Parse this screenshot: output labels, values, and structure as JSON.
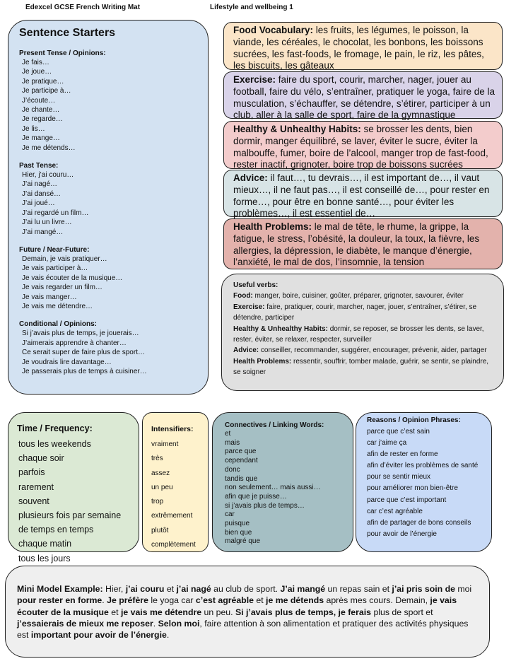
{
  "header": {
    "left": "Edexcel GCSE French Writing Mat",
    "right": "Lifestyle and wellbeing 1"
  },
  "sentence_starters": {
    "title": "Sentence Starters",
    "sections": [
      {
        "title": "Present Tense / Opinions:",
        "items": [
          "Je fais…",
          "Je joue…",
          "Je pratique…",
          "Je participe à…",
          "J’écoute…",
          "Je chante…",
          "Je regarde…",
          "Je lis…",
          "Je mange…",
          "Je me détends…"
        ]
      },
      {
        "title": "Past Tense:",
        "items": [
          "Hier, j’ai couru…",
          "J’ai nagé…",
          "J’ai dansé…",
          "J’ai joué…",
          "J’ai regardé un film…",
          "J’ai lu un livre…",
          "J’ai mangé…"
        ]
      },
      {
        "title": "Future / Near-Future:",
        "items": [
          "Demain, je vais pratiquer…",
          "Je vais participer à…",
          "Je vais écouter de la musique…",
          "Je vais regarder un film…",
          "Je vais manger…",
          "Je vais me détendre…"
        ]
      },
      {
        "title": "Conditional / Opinions:",
        "items": [
          "Si j’avais plus de temps, je jouerais…",
          "J’aimerais apprendre à chanter…",
          "Ce serait super de faire plus de sport…",
          "Je voudrais lire davantage…",
          "Je passerais plus de temps à cuisiner…"
        ]
      }
    ]
  },
  "vocab": [
    {
      "label": "Food Vocabulary:",
      "text": " les fruits, les légumes, le poisson, la viande, les céréales, le chocolat, les bonbons, les boissons sucrées, les fast-foods, le fromage, le pain, le riz, les pâtes, les biscuits, les gâteaux"
    },
    {
      "label": "Exercise:",
      "text": " faire du sport, courir, marcher, nager, jouer au football, faire du vélo, s’entraîner, pratiquer le yoga, faire de la musculation, s’échauffer, se détendre, s’étirer, participer à un club, aller à la salle de sport, faire de la gymnastique"
    },
    {
      "label": "Healthy & Unhealthy Habits:",
      "text": " se brosser les dents, bien dormir, manger équilibré, se laver, éviter le sucre, éviter la malbouffe, fumer, boire de l’alcool, manger trop de fast-food, rester inactif, grignoter, boire trop de boissons sucrées"
    },
    {
      "label": "Advice:",
      "text": " il faut…, tu devrais…, il est important de…, il vaut mieux…, il ne faut pas…, il est conseillé de…, pour rester en forme…, pour être en bonne santé…, pour éviter les problèmes…, il est essentiel de…"
    },
    {
      "label": "Health Problems:",
      "text": " le mal de tête, le rhume, la grippe, la fatigue, le stress, l’obésité, la douleur, la toux, la fièvre, les allergies, la dépression, le diabète, le manque d’énergie, l’anxiété, le mal de dos, l’insomnie, la tension"
    }
  ],
  "useful_verbs": {
    "title": "Useful verbs:",
    "rows": [
      {
        "label": "Food:",
        "text": " manger, boire, cuisiner, goûter, préparer, grignoter, savourer, éviter"
      },
      {
        "label": "Exercise:",
        "text": " faire, pratiquer, courir, marcher, nager, jouer, s’entraîner, s’étirer, se détendre, participer"
      },
      {
        "label": "Healthy & Unhealthy Habits:",
        "text": " dormir, se reposer, se brosser les dents, se laver, rester, éviter, se relaxer, respecter, surveiller"
      },
      {
        "label": "Advice:",
        "text": " conseiller, recommander, suggérer, encourager, prévenir, aider, partager"
      },
      {
        "label": "Health Problems:",
        "text": " ressentir, souffrir, tomber malade, guérir, se sentir, se plaindre, se soigner"
      }
    ]
  },
  "time_frequency": {
    "title": "Time / Frequency:",
    "items": [
      "tous les weekends",
      "chaque soir",
      "parfois",
      "rarement",
      "souvent",
      "plusieurs fois par semaine",
      "de temps en temps",
      "chaque matin",
      "tous les jours"
    ]
  },
  "intensifiers": {
    "title": "Intensifiers:",
    "items": [
      "vraiment",
      "très",
      "assez",
      "un peu",
      "trop",
      "extrêmement",
      "plutôt",
      "complètement"
    ]
  },
  "connectives": {
    "title": "Connectives / Linking Words:",
    "items": [
      "et",
      "mais",
      "parce que",
      "cependant",
      "donc",
      "tandis que",
      "non seulement… mais aussi…",
      "afin que je puisse…",
      "si j’avais plus de temps…",
      "car",
      "puisque",
      "bien que",
      "malgré que"
    ]
  },
  "reasons": {
    "title": "Reasons / Opinion Phrases:",
    "items": [
      "parce que c’est sain",
      "car j’aime ça",
      "afin de rester en forme",
      "afin d’éviter les problèmes de santé",
      "pour se sentir mieux",
      "pour améliorer mon bien-être",
      "parce que c’est important",
      "car c’est agréable",
      "afin de partager de bons conseils",
      "pour avoir de l’énergie"
    ]
  },
  "model": {
    "segments": [
      {
        "text": "Mini Model Example:",
        "bold": true
      },
      {
        "text": " Hier, ",
        "bold": false
      },
      {
        "text": "j’ai couru",
        "bold": true
      },
      {
        "text": " et ",
        "bold": false
      },
      {
        "text": "j’ai nagé",
        "bold": true
      },
      {
        "text": " au club de sport. ",
        "bold": false
      },
      {
        "text": "J’ai mangé",
        "bold": true
      },
      {
        "text": " un repas sain et ",
        "bold": false
      },
      {
        "text": "j’ai pris soin de",
        "bold": true
      },
      {
        "text": " moi ",
        "bold": false
      },
      {
        "text": "pour rester en forme",
        "bold": true
      },
      {
        "text": ". ",
        "bold": false
      },
      {
        "text": "Je préfère",
        "bold": true
      },
      {
        "text": " le yoga car ",
        "bold": false
      },
      {
        "text": "c’est agréable",
        "bold": true
      },
      {
        "text": " et ",
        "bold": false
      },
      {
        "text": "je me détends",
        "bold": true
      },
      {
        "text": " après mes cours. Demain, ",
        "bold": false
      },
      {
        "text": "je vais écouter de la musique",
        "bold": true
      },
      {
        "text": " et ",
        "bold": false
      },
      {
        "text": "je vais me détendre",
        "bold": true
      },
      {
        "text": " un peu. ",
        "bold": false
      },
      {
        "text": "Si j’avais plus de temps, je ferais",
        "bold": true
      },
      {
        "text": " plus de sport et ",
        "bold": false
      },
      {
        "text": "j’essaierais de mieux me reposer",
        "bold": true
      },
      {
        "text": ". ",
        "bold": false
      },
      {
        "text": "Selon moi",
        "bold": true
      },
      {
        "text": ", faire attention à son alimentation et pratiquer des activités physiques est ",
        "bold": false
      },
      {
        "text": "important pour avoir de l’énergie",
        "bold": true
      },
      {
        "text": ".",
        "bold": false
      }
    ]
  },
  "colors": {
    "starters": "#d3e2f2",
    "food": "#fbe5c8",
    "exercise": "#d9d3e9",
    "habits": "#f3cccc",
    "advice": "#d8e4e6",
    "health": "#e3b2ac",
    "verbs": "#e0e0e0",
    "time": "#dbe9d4",
    "intensifiers": "#fef2cc",
    "connectives": "#a5bfc4",
    "reasons": "#c8daf7",
    "model": "#efefef"
  }
}
